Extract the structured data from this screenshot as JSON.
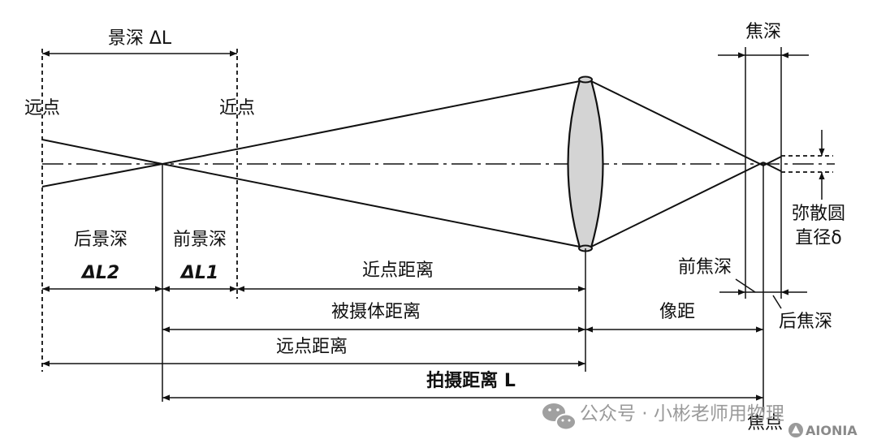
{
  "labels": {
    "depth_of_field": "景深 ΔL",
    "far_point": "远点",
    "near_point": "近点",
    "rear_depth_of_field": "后景深",
    "front_depth_of_field": "前景深",
    "delta_l2": "ΔL2",
    "delta_l1": "ΔL1",
    "near_point_distance": "近点距离",
    "object_distance": "被摄体距离",
    "far_point_distance": "远点距离",
    "shooting_distance": "拍摄距离 L",
    "image_distance": "像距",
    "depth_of_focus": "焦深",
    "front_depth_of_focus": "前焦深",
    "rear_depth_of_focus": "后焦深",
    "circle_of_confusion_line1": "弥散圆",
    "circle_of_confusion_line2": "直径δ",
    "focal_point": "焦点"
  },
  "watermark": {
    "channel": "公众号 · 小彬老师用物理",
    "logo_text": "AIONIA"
  },
  "colors": {
    "lens_fill": "#d4d4d4",
    "line": "#111111",
    "watermark": "#9a9a9a"
  }
}
